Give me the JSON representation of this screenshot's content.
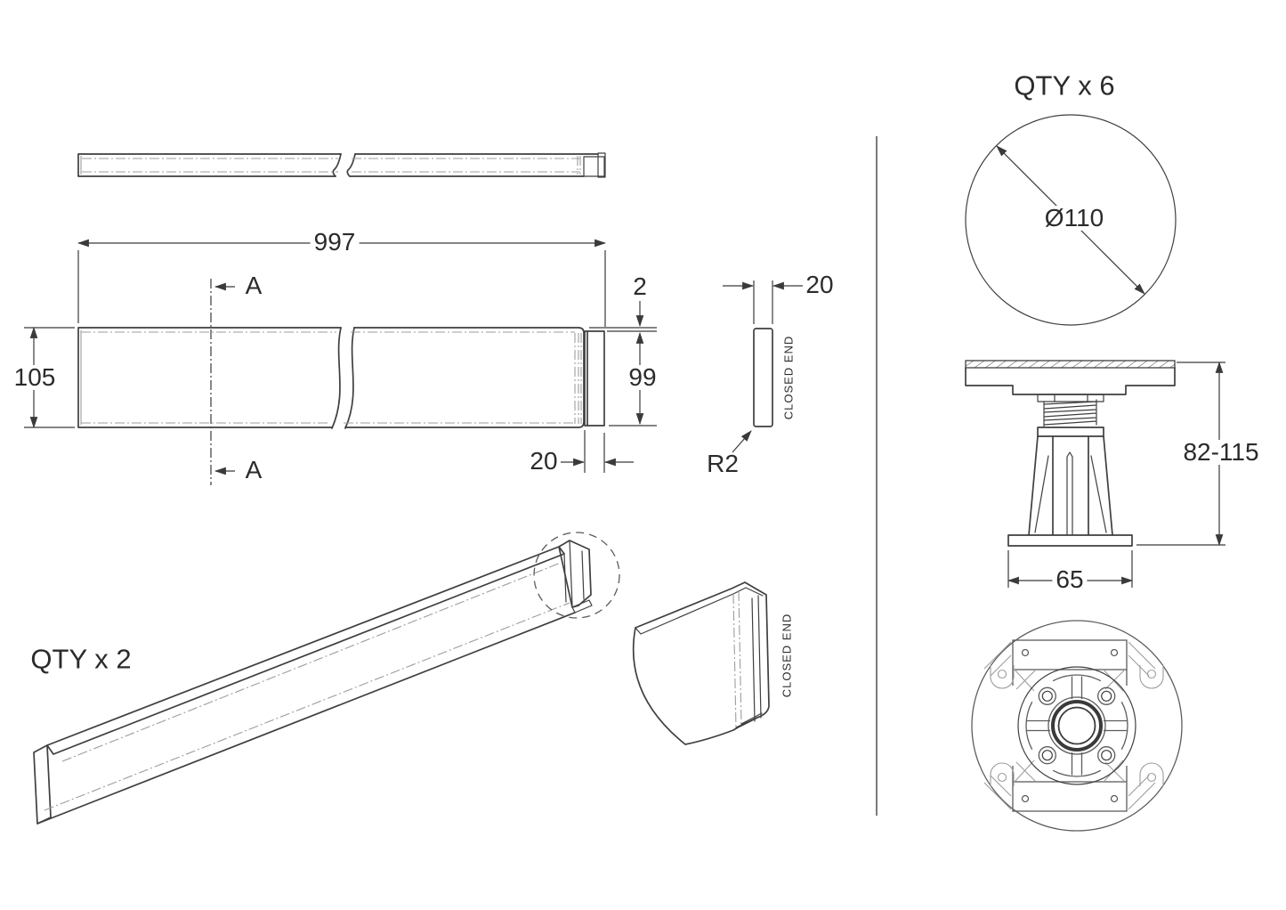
{
  "colors": {
    "line": "#3f3f3f",
    "light_line": "#9d9d9d",
    "background": "#ffffff"
  },
  "panel": {
    "qty_label": "QTY x 2",
    "length": "997",
    "height": "105",
    "end_height": "99",
    "top_lip": "2",
    "end_cap_depth": "20",
    "end_cap_width": "20",
    "corner_radius": "R2",
    "section_marker": "A",
    "closed_end_label": "CLOSED END"
  },
  "leg": {
    "qty_label": "QTY x 6",
    "top_plate_diameter": "Ø110",
    "height_range": "82-115",
    "base_width": "65"
  }
}
